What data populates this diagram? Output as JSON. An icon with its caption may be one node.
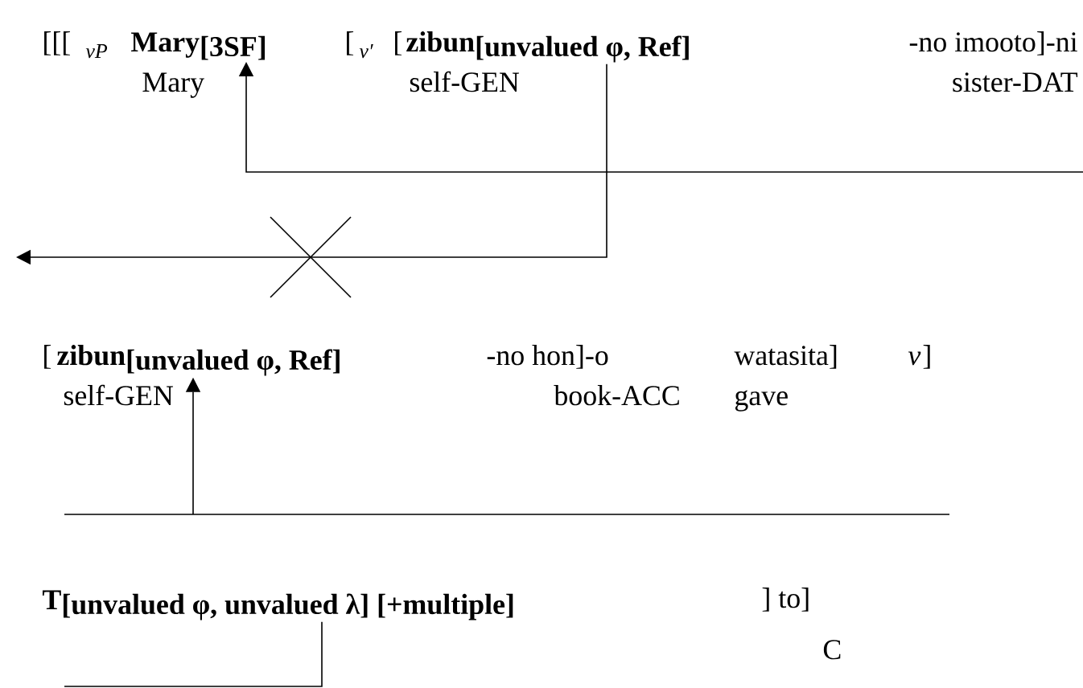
{
  "diagram": {
    "nodes": [
      {
        "text": [
          "Mary",
          "[3SF]"
        ]
      },
      {
        "text": [
          "zibun",
          "[unvalued φ, Ref]"
        ]
      },
      {
        "text": [
          "zibun",
          "[unvalued φ, Ref]"
        ]
      },
      {
        "text": [
          "T",
          "[unvalued φ, unvalued λ] [+multiple]"
        ]
      }
    ],
    "edges": [
      {
        "from": null,
        "to": 0,
        "arrow": "to"
      },
      {
        "from": 1,
        "to": null,
        "arrow": "to"
      },
      {
        "from": null,
        "to": 2,
        "arrow": "to"
      },
      {
        "from": 3,
        "to": null,
        "arrow": "none"
      }
    ],
    "labels": [
      "[[[",
      "vP",
      "[",
      "v′",
      "[",
      "-no imooto]-ni",
      "Mary",
      "self-GEN",
      "sister-DAT",
      "[",
      "-no hon]-o",
      "watasita]",
      "v",
      "]",
      "self-GEN",
      "book-ACC",
      "gave",
      "] to]",
      "C"
    ]
  }
}
